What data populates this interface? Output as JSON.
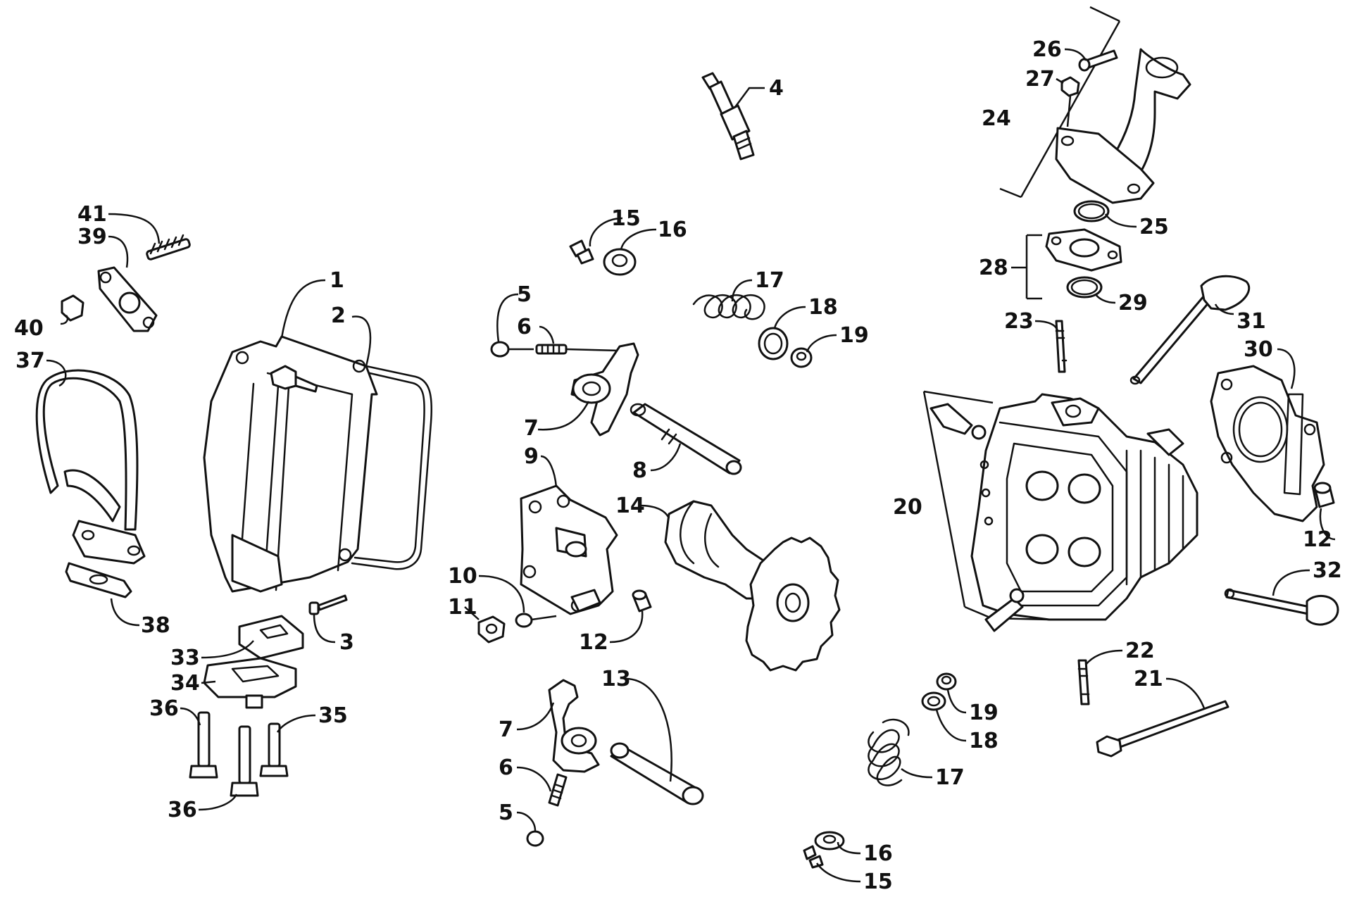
{
  "diagram": {
    "callouts": [
      {
        "id": "c1",
        "label": "1"
      },
      {
        "id": "c2",
        "label": "2"
      },
      {
        "id": "c3",
        "label": "3"
      },
      {
        "id": "c4",
        "label": "4"
      },
      {
        "id": "c5a",
        "label": "5"
      },
      {
        "id": "c5b",
        "label": "5"
      },
      {
        "id": "c6a",
        "label": "6"
      },
      {
        "id": "c6b",
        "label": "6"
      },
      {
        "id": "c7a",
        "label": "7"
      },
      {
        "id": "c7b",
        "label": "7"
      },
      {
        "id": "c8",
        "label": "8"
      },
      {
        "id": "c9",
        "label": "9"
      },
      {
        "id": "c10",
        "label": "10"
      },
      {
        "id": "c11",
        "label": "11"
      },
      {
        "id": "c12a",
        "label": "12"
      },
      {
        "id": "c12b",
        "label": "12"
      },
      {
        "id": "c13",
        "label": "13"
      },
      {
        "id": "c14",
        "label": "14"
      },
      {
        "id": "c15a",
        "label": "15"
      },
      {
        "id": "c15b",
        "label": "15"
      },
      {
        "id": "c16a",
        "label": "16"
      },
      {
        "id": "c16b",
        "label": "16"
      },
      {
        "id": "c17a",
        "label": "17"
      },
      {
        "id": "c17b",
        "label": "17"
      },
      {
        "id": "c18a",
        "label": "18"
      },
      {
        "id": "c18b",
        "label": "18"
      },
      {
        "id": "c19a",
        "label": "19"
      },
      {
        "id": "c19b",
        "label": "19"
      },
      {
        "id": "c20",
        "label": "20"
      },
      {
        "id": "c21",
        "label": "21"
      },
      {
        "id": "c22",
        "label": "22"
      },
      {
        "id": "c23",
        "label": "23"
      },
      {
        "id": "c24",
        "label": "24"
      },
      {
        "id": "c25",
        "label": "25"
      },
      {
        "id": "c26",
        "label": "26"
      },
      {
        "id": "c27",
        "label": "27"
      },
      {
        "id": "c28",
        "label": "28"
      },
      {
        "id": "c29",
        "label": "29"
      },
      {
        "id": "c30",
        "label": "30"
      },
      {
        "id": "c31",
        "label": "31"
      },
      {
        "id": "c32",
        "label": "32"
      },
      {
        "id": "c33",
        "label": "33"
      },
      {
        "id": "c34",
        "label": "34"
      },
      {
        "id": "c35",
        "label": "35"
      },
      {
        "id": "c36a",
        "label": "36"
      },
      {
        "id": "c36b",
        "label": "36"
      },
      {
        "id": "c37",
        "label": "37"
      },
      {
        "id": "c38",
        "label": "38"
      },
      {
        "id": "c39",
        "label": "39"
      },
      {
        "id": "c40",
        "label": "40"
      },
      {
        "id": "c41",
        "label": "41"
      }
    ]
  },
  "colors": {
    "ink": "#111111",
    "paper": "#ffffff"
  }
}
